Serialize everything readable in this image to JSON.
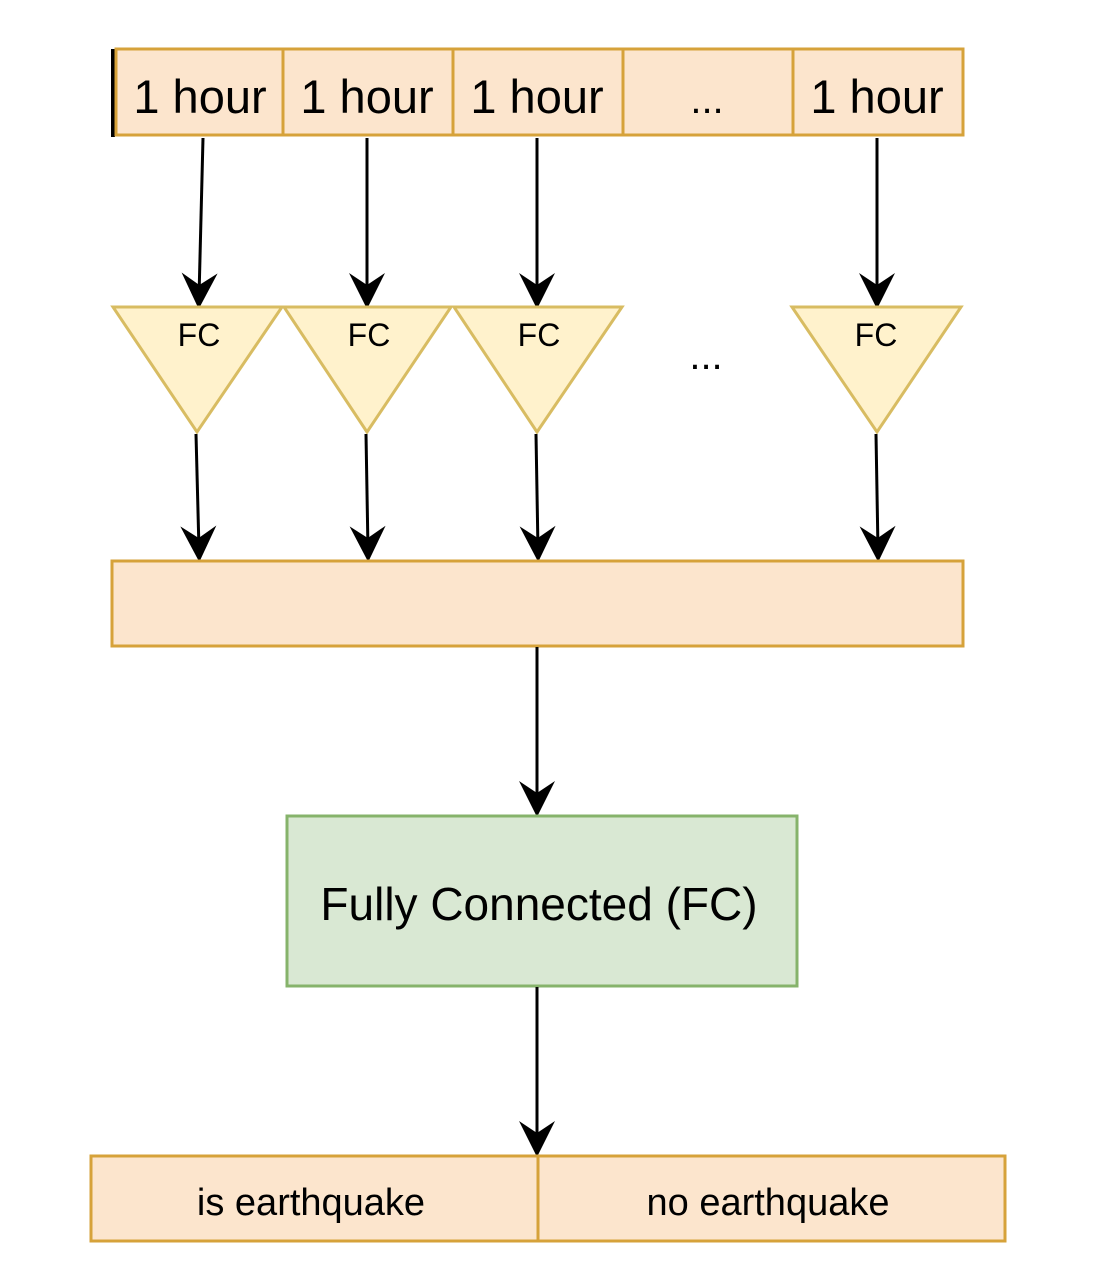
{
  "input_cells": [
    "1 hour",
    "1 hour",
    "1 hour",
    "...",
    "1 hour"
  ],
  "triangles": [
    "FC",
    "FC",
    "FC",
    "FC"
  ],
  "ellipsis_between_triangles": "...",
  "fc_layer": {
    "label": "Fully Connected (FC)"
  },
  "outputs": [
    "is earthquake",
    "no earthquake"
  ],
  "colors": {
    "input_fill": "#fce5cd",
    "input_stroke": "#d6a23a",
    "triangle_fill": "#fff2cc",
    "triangle_stroke": "#d8bc62",
    "fc_fill": "#d9e8d3",
    "fc_stroke": "#86b36b",
    "arrow": "#000000"
  }
}
